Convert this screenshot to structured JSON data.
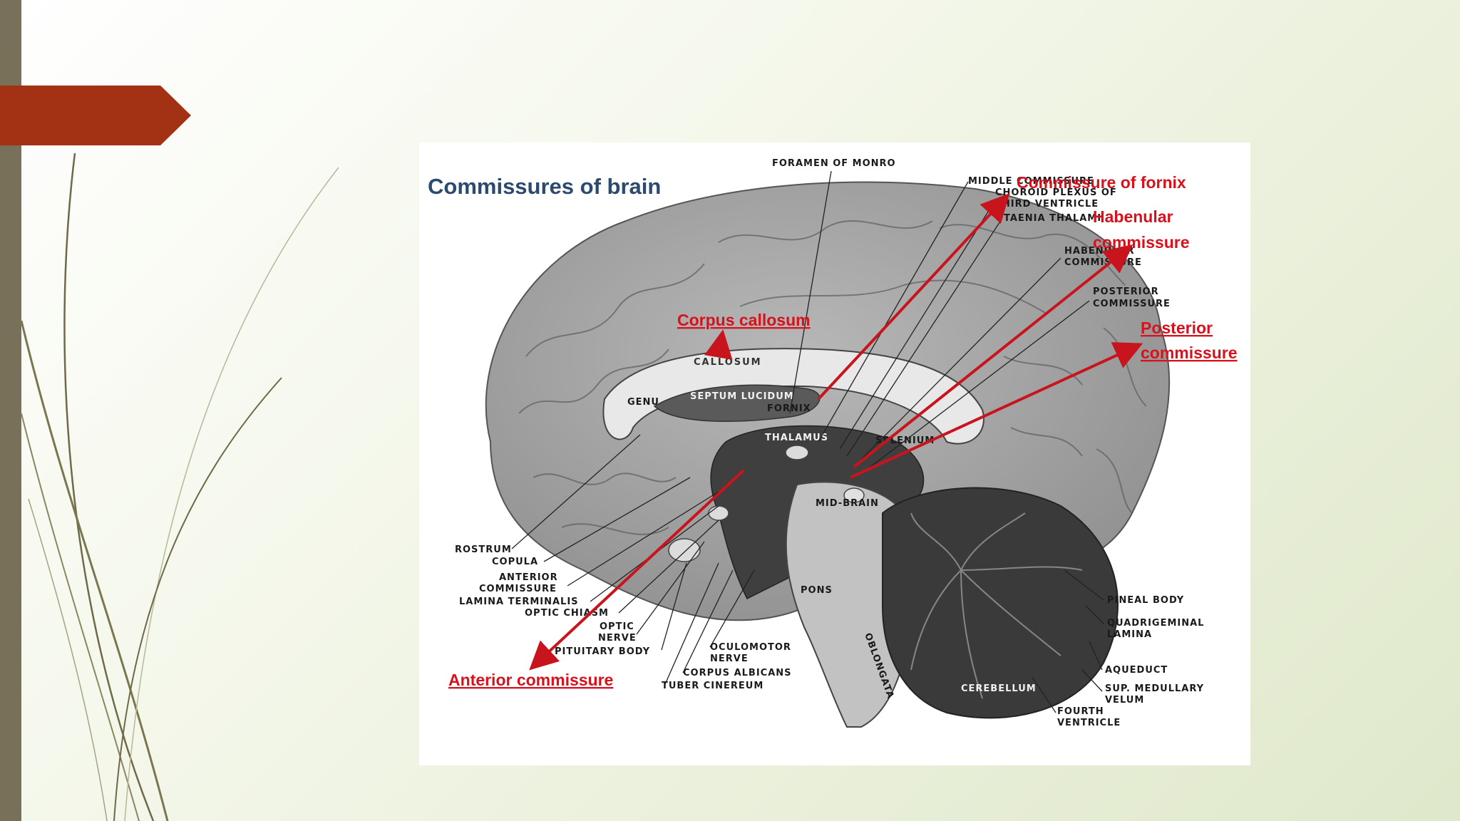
{
  "figure": {
    "title": "Commissures of brain",
    "structure_labels": {
      "foramen_of_monro": "FORAMEN OF MONRO",
      "middle_commissure": "MIDDLE COMMISSURE",
      "choroid_plexus_1": "CHOROID PLEXUS OF",
      "choroid_plexus_2": "THIRD VENTRICLE",
      "taenia_thalami": "TAENIA THALAMI",
      "habenular_1": "HABENULAR",
      "habenular_2": "COMMISSURE",
      "posterior_1": "POSTERIOR",
      "posterior_2": "COMMISSURE",
      "rostrum": "ROSTRUM",
      "copula": "COPULA",
      "anterior_1": "ANTERIOR",
      "anterior_2": "COMMISSURE",
      "lamina_terminalis": "LAMINA TERMINALIS",
      "optic_chiasm": "OPTIC CHIASM",
      "optic_nerve_1": "OPTIC",
      "optic_nerve_2": "NERVE",
      "pituitary_body": "PITUITARY BODY",
      "oculomotor_1": "OCULOMOTOR",
      "oculomotor_2": "NERVE",
      "corpus_albicans": "CORPUS ALBICANS",
      "tuber_cinereum": "TUBER CINEREUM",
      "pineal_body": "PINEAL BODY",
      "quadrigeminal_1": "QUADRIGEMINAL",
      "quadrigeminal_2": "LAMINA",
      "aqueduct": "AQUEDUCT",
      "sup_medullary_1": "SUP. MEDULLARY",
      "sup_medullary_2": "VELUM",
      "fourth_ventricle_1": "FOURTH",
      "fourth_ventricle_2": "VENTRICLE"
    },
    "inner_labels": {
      "callosum": "CALLOSUM",
      "septum_lucidum": "SEPTUM LUCIDUM",
      "genu": "GENU",
      "fornix": "FORNIX",
      "thalamus": "THALAMUS",
      "splenium": "SPLENIUM",
      "mid_brain": "MID-BRAIN",
      "pons": "PONS",
      "oblongata": "OBLONGATA",
      "cerebellum": "CEREBELLUM"
    },
    "red_labels": {
      "commissure_of_fornix": "Commissure of fornix",
      "habenular_1": "Habenular",
      "habenular_2": "commissure",
      "corpus_callosum": "Corpus callosum",
      "posterior_1": "Posterior",
      "posterior_2": "commissure",
      "anterior_commissure": "Anterior commissure"
    },
    "colors": {
      "title": "#2c4a6e",
      "annotation_red": "#d8121c",
      "accent_tab": "#a33214",
      "left_bar": "#787058"
    }
  }
}
